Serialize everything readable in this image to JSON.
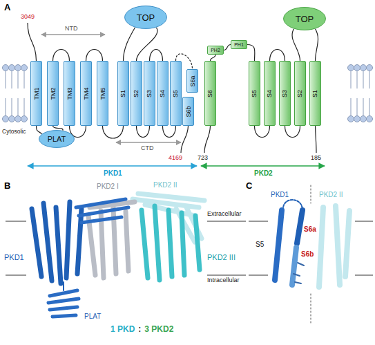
{
  "diagram": {
    "nodes": [
      {
        "text": [
          "TM1"
        ]
      },
      {
        "text": [
          "TM2"
        ]
      },
      {
        "text": [
          "TM3"
        ]
      },
      {
        "text": [
          "TM4"
        ]
      },
      {
        "text": [
          "TM5"
        ]
      },
      {
        "text": [
          "PLAT"
        ]
      },
      {
        "text": [
          "TOP"
        ]
      },
      {
        "text": [
          "S1"
        ]
      },
      {
        "text": [
          "S2"
        ]
      },
      {
        "text": [
          "S3"
        ]
      },
      {
        "text": [
          "S4"
        ]
      },
      {
        "text": [
          "S5"
        ]
      },
      {
        "text": [
          "S6a"
        ]
      },
      {
        "text": [
          "S6b"
        ]
      },
      {
        "text": [
          "PH2"
        ]
      },
      {
        "text": [
          "PH1"
        ]
      },
      {
        "text": [
          "TOP"
        ]
      },
      {
        "text": [
          "S6"
        ]
      },
      {
        "text": [
          "S5"
        ]
      },
      {
        "text": [
          "S4"
        ]
      },
      {
        "text": [
          "S3"
        ]
      },
      {
        "text": [
          "S2"
        ]
      },
      {
        "text": [
          "S1"
        ]
      }
    ],
    "edges": [
      {
        "from": 0,
        "to": 5,
        "arrow": "none"
      },
      {
        "from": 5,
        "to": 1,
        "arrow": "none"
      },
      {
        "from": 1,
        "to": 2,
        "arrow": "none"
      },
      {
        "from": 2,
        "to": 3,
        "arrow": "none"
      },
      {
        "from": 3,
        "to": 4,
        "arrow": "none"
      },
      {
        "from": 4,
        "to": 7,
        "arrow": "none"
      },
      {
        "from": 7,
        "to": 6,
        "arrow": "none"
      },
      {
        "from": 6,
        "to": 8,
        "arrow": "none"
      },
      {
        "from": 8,
        "to": 9,
        "arrow": "none"
      },
      {
        "from": 9,
        "to": 10,
        "arrow": "none"
      },
      {
        "from": 10,
        "to": 11,
        "arrow": "none"
      },
      {
        "from": 11,
        "to": 12,
        "arrow": "none"
      },
      {
        "from": 17,
        "to": 14,
        "arrow": "none"
      },
      {
        "from": 14,
        "to": 15,
        "arrow": "none"
      },
      {
        "from": 15,
        "to": 18,
        "arrow": "none"
      },
      {
        "from": 18,
        "to": 19,
        "arrow": "none"
      },
      {
        "from": 19,
        "to": 20,
        "arrow": "none"
      },
      {
        "from": 20,
        "to": 21,
        "arrow": "none"
      },
      {
        "from": 21,
        "to": 16,
        "arrow": "none"
      },
      {
        "from": 16,
        "to": 22,
        "arrow": "none"
      }
    ],
    "labels": [
      "A",
      "3049",
      "NTD",
      "Cytosolic",
      "CTD",
      "4169",
      "723",
      "185",
      "PKD1",
      "PKD2",
      "B",
      "PKD2 I",
      "PKD2 II",
      "PKD1",
      "PKD2 III",
      "Extracellular",
      "Intracellular",
      "PLAT",
      "1 PKD",
      ":",
      "3 PKD2",
      "C",
      "PKD1",
      "PKD2 II",
      "S6a",
      "S6b",
      "S5"
    ]
  }
}
